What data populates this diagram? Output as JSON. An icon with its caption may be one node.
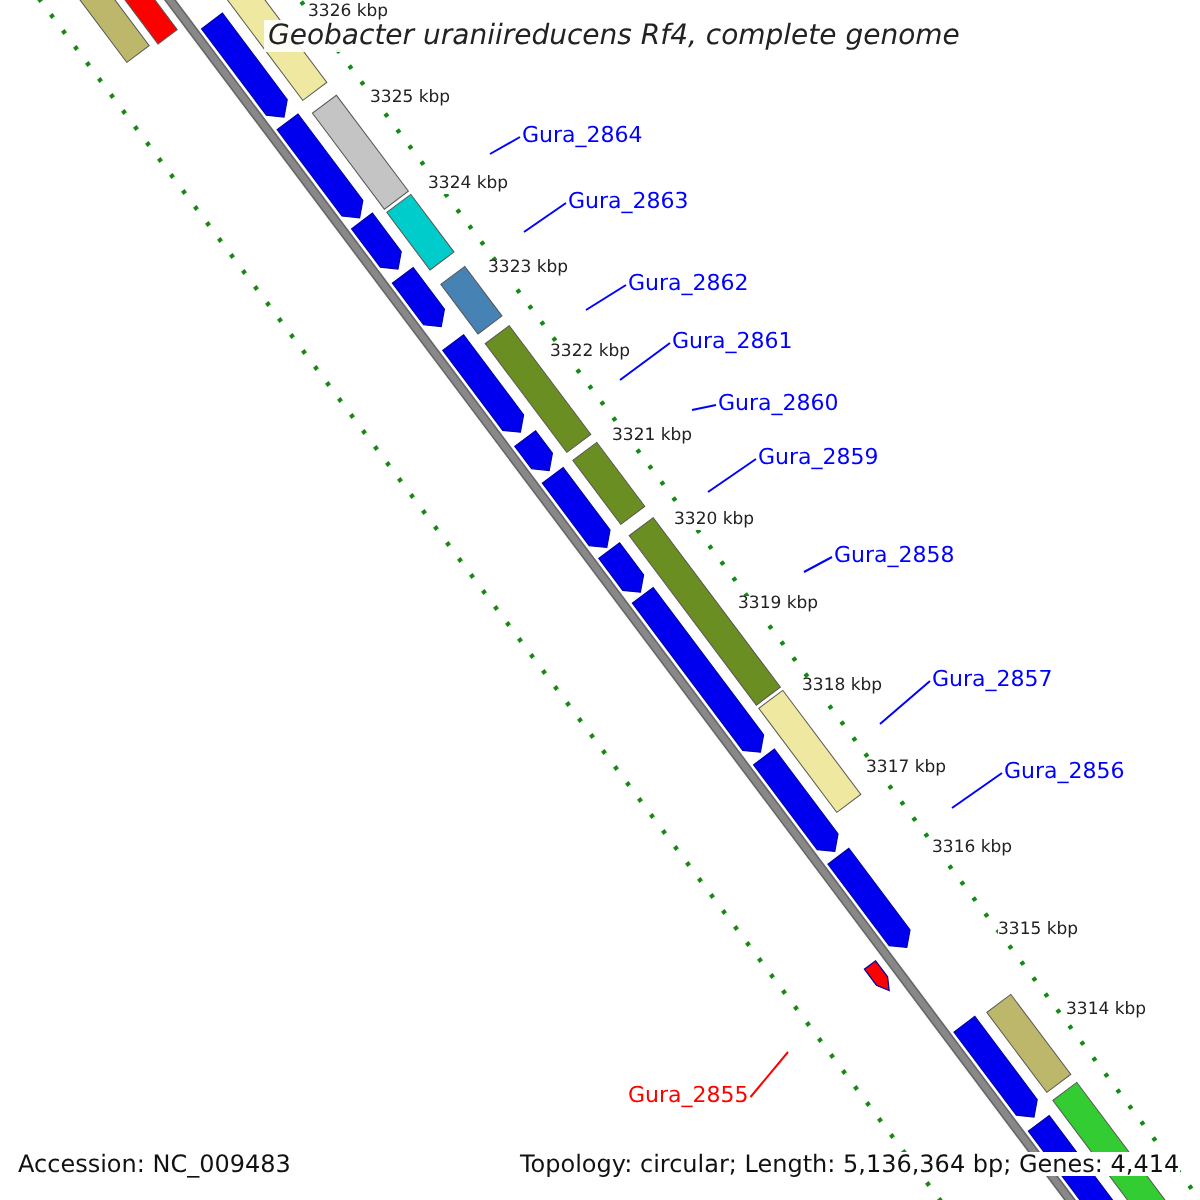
{
  "diagram": {
    "title": "Geobacter uraniireducens Rf4, complete genome",
    "nodes": [
      {
        "text": [
          "Gura_2864"
        ]
      },
      {
        "text": [
          "Gura_2863"
        ]
      },
      {
        "text": [
          "Gura_2862"
        ]
      },
      {
        "text": [
          "Gura_2861"
        ]
      },
      {
        "text": [
          "Gura_2860"
        ]
      },
      {
        "text": [
          "Gura_2859"
        ]
      },
      {
        "text": [
          "Gura_2858"
        ]
      },
      {
        "text": [
          "Gura_2857"
        ]
      },
      {
        "text": [
          "Gura_2856"
        ]
      },
      {
        "text": [
          "Gura_2855"
        ]
      }
    ],
    "edges": [
      {
        "from": 0,
        "to": null,
        "arrow": "none"
      },
      {
        "from": 1,
        "to": null,
        "arrow": "none"
      },
      {
        "from": 2,
        "to": null,
        "arrow": "none"
      },
      {
        "from": 3,
        "to": null,
        "arrow": "none"
      },
      {
        "from": 4,
        "to": null,
        "arrow": "none"
      },
      {
        "from": 5,
        "to": null,
        "arrow": "none"
      },
      {
        "from": 6,
        "to": null,
        "arrow": "none"
      },
      {
        "from": 7,
        "to": null,
        "arrow": "none"
      },
      {
        "from": 8,
        "to": null,
        "arrow": "none"
      },
      {
        "from": 9,
        "to": null,
        "arrow": "none",
        "color": "#ff0000"
      }
    ],
    "labels": [
      "3326 kbp",
      "3325 kbp",
      "3324 kbp",
      "3323 kbp",
      "3322 kbp",
      "3321 kbp",
      "3320 kbp",
      "3319 kbp",
      "3318 kbp",
      "3317 kbp",
      "3316 kbp",
      "3315 kbp",
      "3314 kbp",
      "Accession: NC_009483",
      "Topology: circular; Length: 5,136,364 bp; Genes: 4,414"
    ]
  }
}
